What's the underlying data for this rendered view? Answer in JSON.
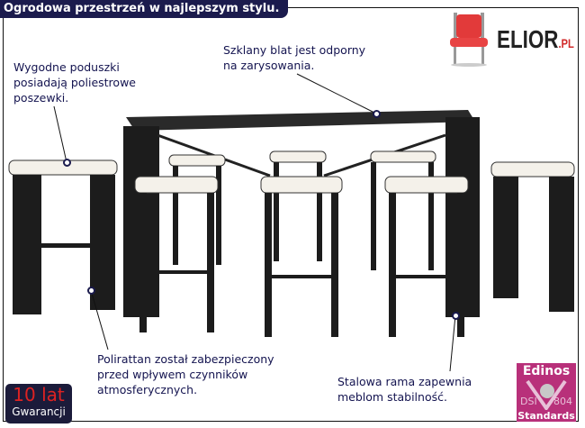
{
  "header": {
    "title": "Ogrodowa przestrzeń w najlepszym stylu."
  },
  "logo": {
    "brand": "ELIOR",
    "suffix": ".PL"
  },
  "annotations": {
    "cushions": [
      "Wygodne poduszki",
      "posiadają poliestrowe",
      "poszewki."
    ],
    "glass": [
      "Szklany blat jest odporny",
      "na zarysowania."
    ],
    "rattan": [
      "Polirattan został zabezpieczony",
      "przed wpływem czynników",
      "atmosferycznych."
    ],
    "frame": [
      "Stalowa rama zapewnia",
      "meblom stabilność."
    ]
  },
  "warranty": {
    "years": "10 lat",
    "label": "Gwarancji"
  },
  "badge": {
    "brand": "Edinos",
    "left": "DSI",
    "right": "804",
    "label": "Standards"
  },
  "colors": {
    "header": "#1b1b4d",
    "furniture": "#1c1c1c",
    "cushion": "#f4f1ea",
    "badge": "#b8307a"
  }
}
